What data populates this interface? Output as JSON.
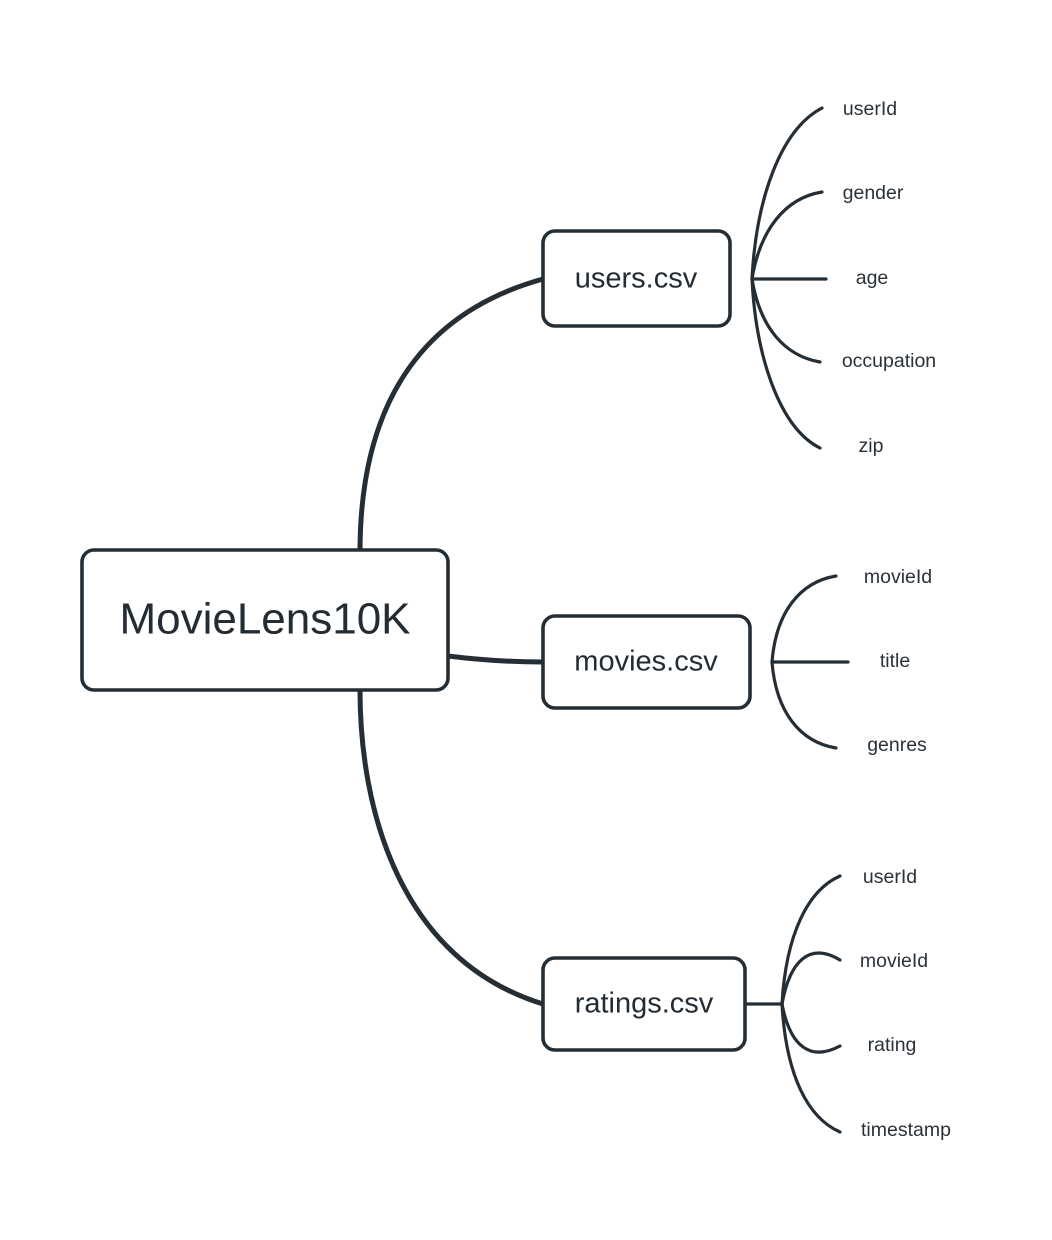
{
  "diagram": {
    "type": "mindmap",
    "title": "MovieLens10K",
    "background_color": "#ffffff",
    "stroke_color": "#252d35",
    "text_color": "#232b33",
    "node_fill": "#ffffff"
  },
  "root": {
    "label": "MovieLens10K"
  },
  "branches": [
    {
      "id": "users",
      "label": "users.csv",
      "leaves": [
        {
          "label": "userId"
        },
        {
          "label": "gender"
        },
        {
          "label": "age"
        },
        {
          "label": "occupation"
        },
        {
          "label": "zip"
        }
      ]
    },
    {
      "id": "movies",
      "label": "movies.csv",
      "leaves": [
        {
          "label": "movieId"
        },
        {
          "label": "title"
        },
        {
          "label": "genres"
        }
      ]
    },
    {
      "id": "ratings",
      "label": "ratings.csv",
      "leaves": [
        {
          "label": "userId"
        },
        {
          "label": "movieId"
        },
        {
          "label": "rating"
        },
        {
          "label": "timestamp"
        }
      ]
    }
  ]
}
